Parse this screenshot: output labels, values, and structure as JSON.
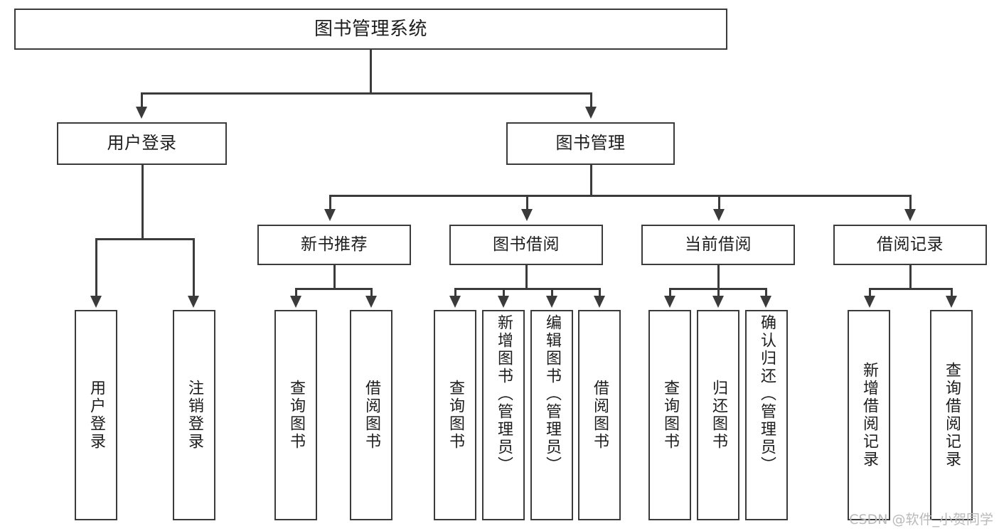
{
  "diagram": {
    "title": "图书管理系统",
    "watermark": "CSDN @软件_小贺同学",
    "colors": {
      "stroke": "#3b3b3b",
      "fill": "#ffffff",
      "text": "#1d1d1d",
      "watermark": "#b9b9b9"
    },
    "root": {
      "label": "图书管理系统"
    },
    "level2": [
      {
        "label": "用户登录"
      },
      {
        "label": "图书管理"
      }
    ],
    "level3": [
      {
        "label": "新书推荐"
      },
      {
        "label": "图书借阅"
      },
      {
        "label": "当前借阅"
      },
      {
        "label": "借阅记录"
      }
    ],
    "leaves": {
      "user_login": [
        {
          "label": "用户登录"
        },
        {
          "label": "注销登录"
        }
      ],
      "new_book": [
        {
          "label": "查询图书"
        },
        {
          "label": "借阅图书"
        }
      ],
      "book_borrow": [
        {
          "label": "查询图书"
        },
        {
          "label": "新增图书（管理员）"
        },
        {
          "label": "编辑图书（管理员）"
        },
        {
          "label": "借阅图书"
        }
      ],
      "current_borrow": [
        {
          "label": "查询图书"
        },
        {
          "label": "归还图书"
        },
        {
          "label": "确认归还（管理员）"
        }
      ],
      "borrow_record": [
        {
          "label": "新增借阅记录"
        },
        {
          "label": "查询借阅记录"
        }
      ]
    }
  },
  "chart_data": {
    "type": "table",
    "title": "图书管理系统 功能结构图",
    "nodes": [
      {
        "id": "root",
        "label": "图书管理系统",
        "level": 0,
        "parent": null
      },
      {
        "id": "user-login",
        "label": "用户登录",
        "level": 1,
        "parent": "root"
      },
      {
        "id": "book-manage",
        "label": "图书管理",
        "level": 1,
        "parent": "root"
      },
      {
        "id": "leaf-user-login",
        "label": "用户登录",
        "level": 2,
        "parent": "user-login"
      },
      {
        "id": "leaf-logout",
        "label": "注销登录",
        "level": 2,
        "parent": "user-login"
      },
      {
        "id": "new-book",
        "label": "新书推荐",
        "level": 2,
        "parent": "book-manage"
      },
      {
        "id": "book-borrow",
        "label": "图书借阅",
        "level": 2,
        "parent": "book-manage"
      },
      {
        "id": "current-borrow",
        "label": "当前借阅",
        "level": 2,
        "parent": "book-manage"
      },
      {
        "id": "borrow-record",
        "label": "借阅记录",
        "level": 2,
        "parent": "book-manage"
      },
      {
        "id": "nb-query",
        "label": "查询图书",
        "level": 3,
        "parent": "new-book"
      },
      {
        "id": "nb-borrow",
        "label": "借阅图书",
        "level": 3,
        "parent": "new-book"
      },
      {
        "id": "bb-query",
        "label": "查询图书",
        "level": 3,
        "parent": "book-borrow"
      },
      {
        "id": "bb-add",
        "label": "新增图书（管理员）",
        "level": 3,
        "parent": "book-borrow"
      },
      {
        "id": "bb-edit",
        "label": "编辑图书（管理员）",
        "level": 3,
        "parent": "book-borrow"
      },
      {
        "id": "bb-borrow",
        "label": "借阅图书",
        "level": 3,
        "parent": "book-borrow"
      },
      {
        "id": "cb-query",
        "label": "查询图书",
        "level": 3,
        "parent": "current-borrow"
      },
      {
        "id": "cb-return",
        "label": "归还图书",
        "level": 3,
        "parent": "current-borrow"
      },
      {
        "id": "cb-confirm",
        "label": "确认归还（管理员）",
        "level": 3,
        "parent": "current-borrow"
      },
      {
        "id": "br-add",
        "label": "新增借阅记录",
        "level": 3,
        "parent": "borrow-record"
      },
      {
        "id": "br-query",
        "label": "查询借阅记录",
        "level": 3,
        "parent": "borrow-record"
      }
    ]
  }
}
